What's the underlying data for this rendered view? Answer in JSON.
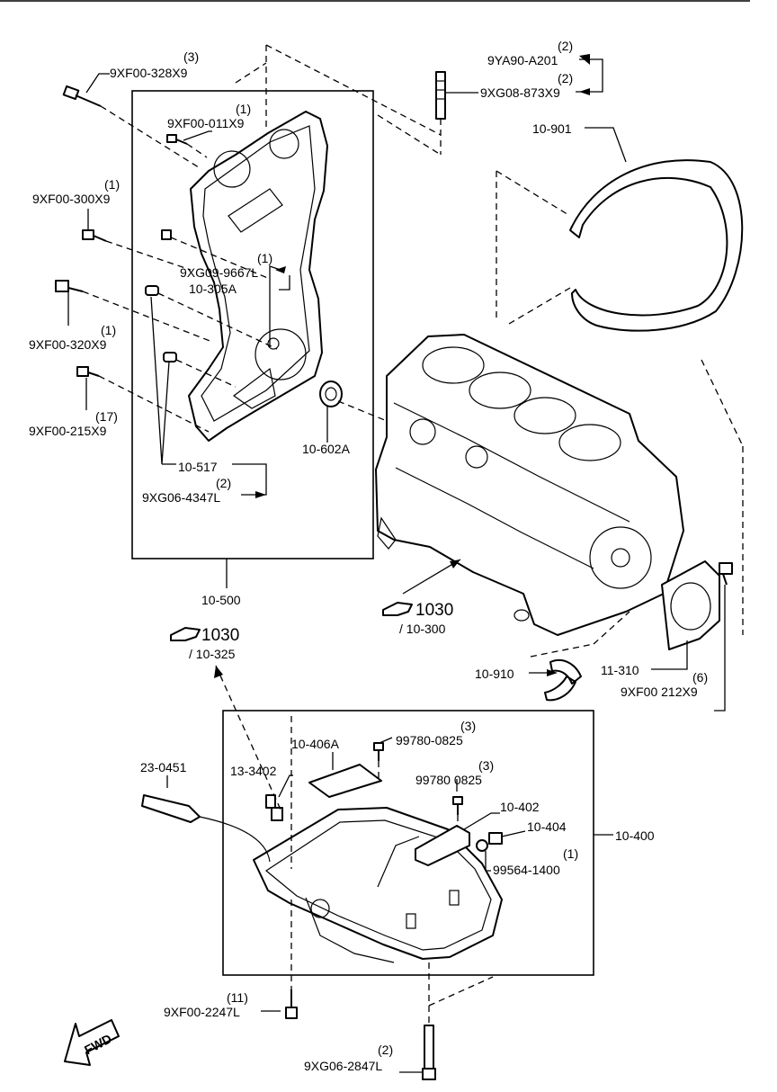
{
  "labels": {
    "bolt_328x9": "9XF00-328X9",
    "qty_328x9": "(3)",
    "bolt_011x9": "9XF00-011X9",
    "qty_011x9": "(1)",
    "bolt_300x9": "9XF00-300X9",
    "qty_300x9": "(1)",
    "bolt_9667l": "9XG09-9667L",
    "qty_9667l": "(1)",
    "seal_10305a": "10-305A",
    "bolt_320x9": "9XF00-320X9",
    "qty_320x9": "(1)",
    "bolt_215x9": "9XF00-215X9",
    "qty_215x9": "(17)",
    "seal_10602a": "10-602A",
    "pin_10517": "10-517",
    "bolt_4347l": "9XG06-4347L",
    "qty_4347l": "(2)",
    "cover_10500": "10-500",
    "ref_1030_a": "1030",
    "ref_10325": "/ 10-325",
    "ref_1030_b": "1030",
    "ref_10300": "/ 10-300",
    "bolt_a201": "9YA90-A201",
    "qty_a201": "(2)",
    "bolt_873x9": "9XG08-873X9",
    "qty_873x9": "(2)",
    "plate_10901": "10-901",
    "bearing_10910": "10-910",
    "seal_11310": "11-310",
    "bolt_212x9": "9XF00 212X9",
    "qty_212x9": "(6)",
    "plate_10406a": "10-406A",
    "bolt_0825_a": "99780-0825",
    "qty_0825_a": "(3)",
    "bolt_0825_b": "99780 0825",
    "qty_0825_b": "(3)",
    "sensor_133402": "13-3402",
    "hose_230451": "23-0451",
    "plate_10402": "10-402",
    "plug_10404": "10-404",
    "pan_10400": "10-400",
    "washer_1400": "99564-1400",
    "qty_1400": "(1)",
    "bolt_2247l": "9XF00-2247L",
    "qty_2247l": "(11)",
    "bolt_2847l": "9XG06-2847L",
    "qty_2847l": "(2)",
    "fwd": "FWD"
  }
}
